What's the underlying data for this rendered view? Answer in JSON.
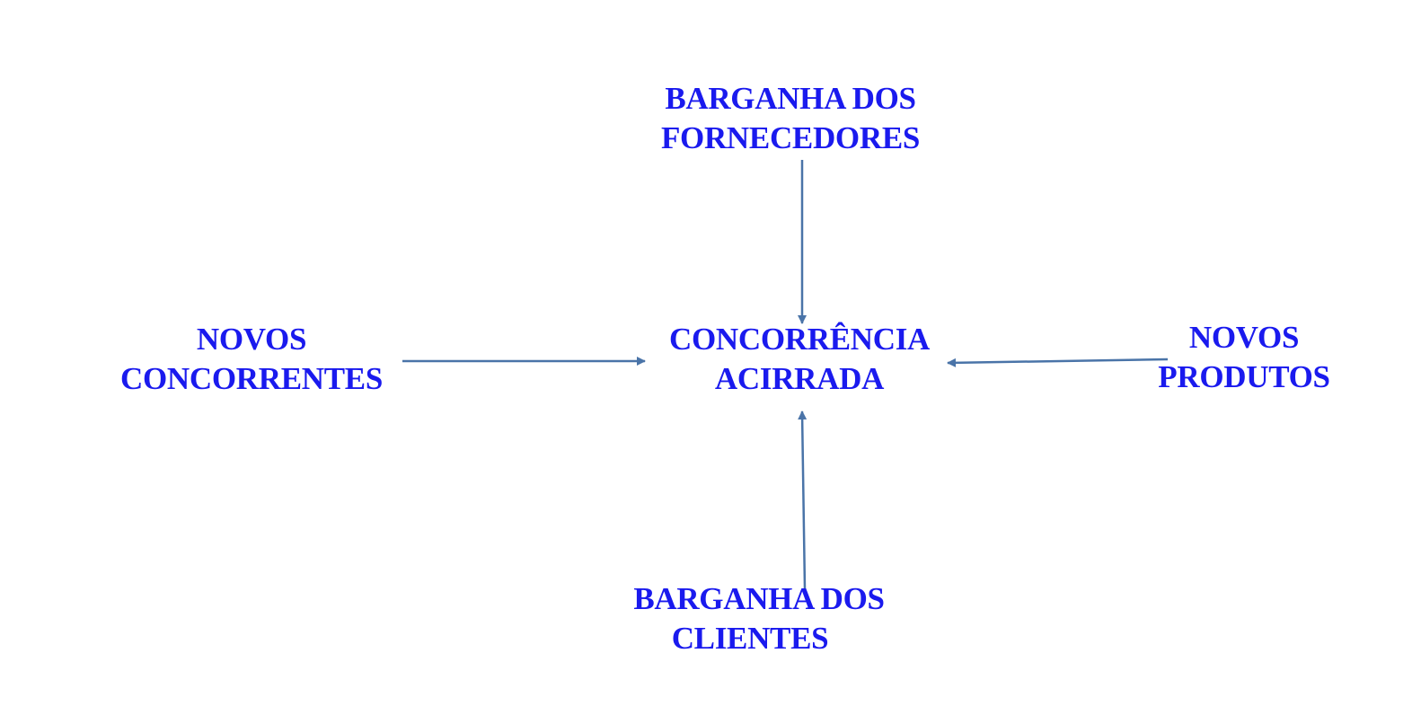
{
  "diagram": {
    "center": {
      "line1": "CONCORRÊNCIA",
      "line2": "ACIRRADA"
    },
    "top": {
      "line1": "BARGANHA DOS",
      "line2": "FORNECEDORES"
    },
    "left": {
      "line1": "NOVOS",
      "line2": "CONCORRENTES"
    },
    "right": {
      "line1": "NOVOS",
      "line2": "PRODUTOS"
    },
    "bottom": {
      "line1": "BARGANHA DOS",
      "line2": "CLIENTES"
    }
  },
  "colors": {
    "text": "#1a1aee",
    "arrow": "#4a74a8"
  }
}
